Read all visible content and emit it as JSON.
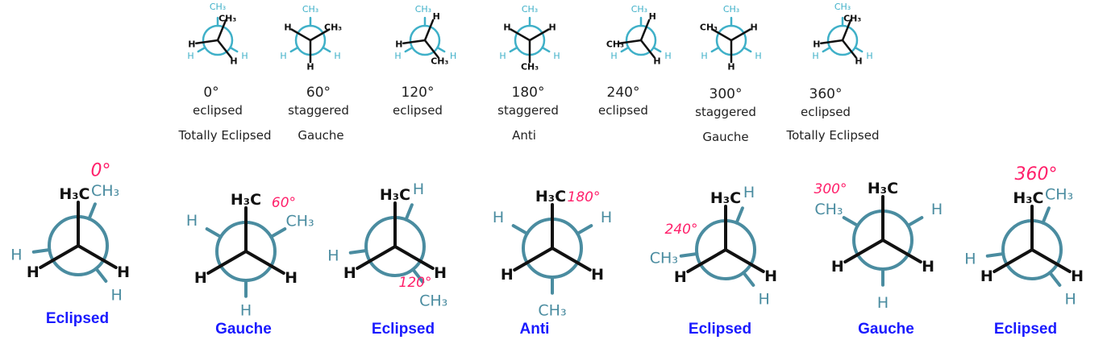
{
  "colors": {
    "front": "#111111",
    "back_top": "#3fb0c8",
    "back_bottom": "#4a8ca0",
    "angle": "#ff1f6a",
    "label": "#1a1aff"
  },
  "top_row": [
    {
      "angle": "0°",
      "conformation": "eclipsed",
      "name": "Totally Eclipsed",
      "dihedral": 0,
      "front": [
        "CH3",
        "H",
        "H"
      ],
      "back": [
        "CH3",
        "H",
        "H"
      ]
    },
    {
      "angle": "60°",
      "conformation": "staggered",
      "name": "Gauche",
      "dihedral": 60,
      "front": [
        "CH3",
        "H",
        "H"
      ],
      "back": [
        "CH3",
        "H",
        "H"
      ]
    },
    {
      "angle": "120°",
      "conformation": "eclipsed",
      "name": "",
      "dihedral": 120,
      "front": [
        "CH3",
        "H",
        "H"
      ],
      "back": [
        "CH3",
        "H",
        "H"
      ]
    },
    {
      "angle": "180°",
      "conformation": "staggered",
      "name": "Anti",
      "dihedral": 180,
      "front": [
        "CH3",
        "H",
        "H"
      ],
      "back": [
        "CH3",
        "H",
        "H"
      ]
    },
    {
      "angle": "240°",
      "conformation": "eclipsed",
      "name": "",
      "dihedral": 240,
      "front": [
        "CH3",
        "H",
        "H"
      ],
      "back": [
        "CH3",
        "H",
        "H"
      ]
    },
    {
      "angle": "300°",
      "conformation": "staggered",
      "name": "Gauche",
      "dihedral": 300,
      "front": [
        "CH3",
        "H",
        "H"
      ],
      "back": [
        "CH3",
        "H",
        "H"
      ]
    },
    {
      "angle": "360°",
      "conformation": "eclipsed",
      "name": "Totally Eclipsed",
      "dihedral": 360,
      "front": [
        "CH3",
        "H",
        "H"
      ],
      "back": [
        "CH3",
        "H",
        "H"
      ]
    }
  ],
  "bottom_row": [
    {
      "angle": "0°",
      "label": "Eclipsed",
      "dihedral": 0,
      "front": [
        "H3C",
        "H",
        "H"
      ],
      "back": [
        "CH3",
        "H",
        "H"
      ]
    },
    {
      "angle": "60°",
      "label": "Gauche",
      "dihedral": 60,
      "front": [
        "H3C",
        "H",
        "H"
      ],
      "back": [
        "CH3",
        "H",
        "H"
      ]
    },
    {
      "angle": "120°",
      "label": "Eclipsed",
      "dihedral": 120,
      "front": [
        "H3C",
        "H",
        "H"
      ],
      "back": [
        "CH3",
        "H",
        "H"
      ]
    },
    {
      "angle": "180°",
      "label": "Anti",
      "dihedral": 180,
      "front": [
        "H3C",
        "H",
        "H"
      ],
      "back": [
        "CH3",
        "H",
        "H"
      ]
    },
    {
      "angle": "240°",
      "label": "Eclipsed",
      "dihedral": 240,
      "front": [
        "H3C",
        "H",
        "H"
      ],
      "back": [
        "CH3",
        "H",
        "H"
      ]
    },
    {
      "angle": "300°",
      "label": "Gauche",
      "dihedral": 300,
      "front": [
        "H3C",
        "H",
        "H"
      ],
      "back": [
        "CH3",
        "H",
        "H"
      ]
    },
    {
      "angle": "360°",
      "label": "Eclipsed",
      "dihedral": 360,
      "front": [
        "H3C",
        "H",
        "H"
      ],
      "back": [
        "CH3",
        "H",
        "H"
      ]
    }
  ]
}
